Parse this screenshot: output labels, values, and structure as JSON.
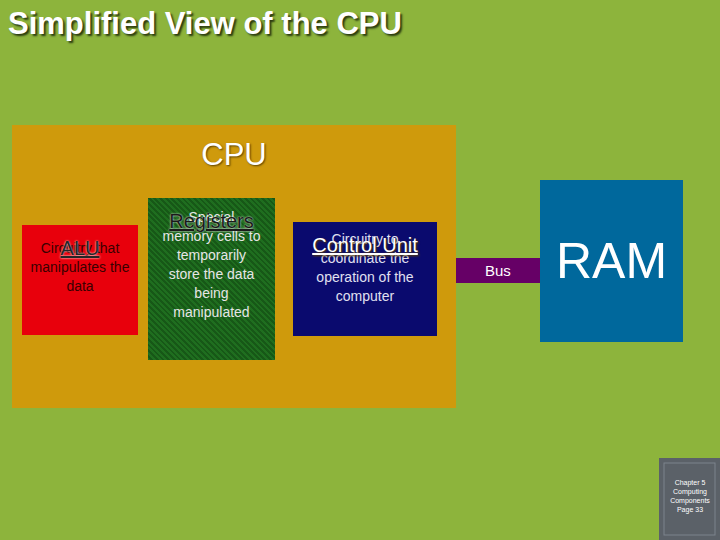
{
  "diagram": {
    "title": "Simplified View of the CPU",
    "nodes": [
      {
        "text": [
          "CPU"
        ]
      },
      {
        "text": [
          "ALU",
          "Circuitry that manipulates the data"
        ],
        "in": 0
      },
      {
        "text": [
          "Registers",
          "Special memory cells to temporarily store the data being manipulated"
        ],
        "in": 0
      },
      {
        "text": [
          "Control Unit",
          "Circuitry to coordinate the operation of the computer"
        ],
        "in": 0
      },
      {
        "text": [
          "RAM"
        ]
      }
    ],
    "edges": [
      {
        "from": 0,
        "to": 4,
        "arrow": "none",
        "label": "Bus"
      }
    ],
    "labels": [
      "Chapter 5 Computing Components Page 33"
    ]
  }
}
